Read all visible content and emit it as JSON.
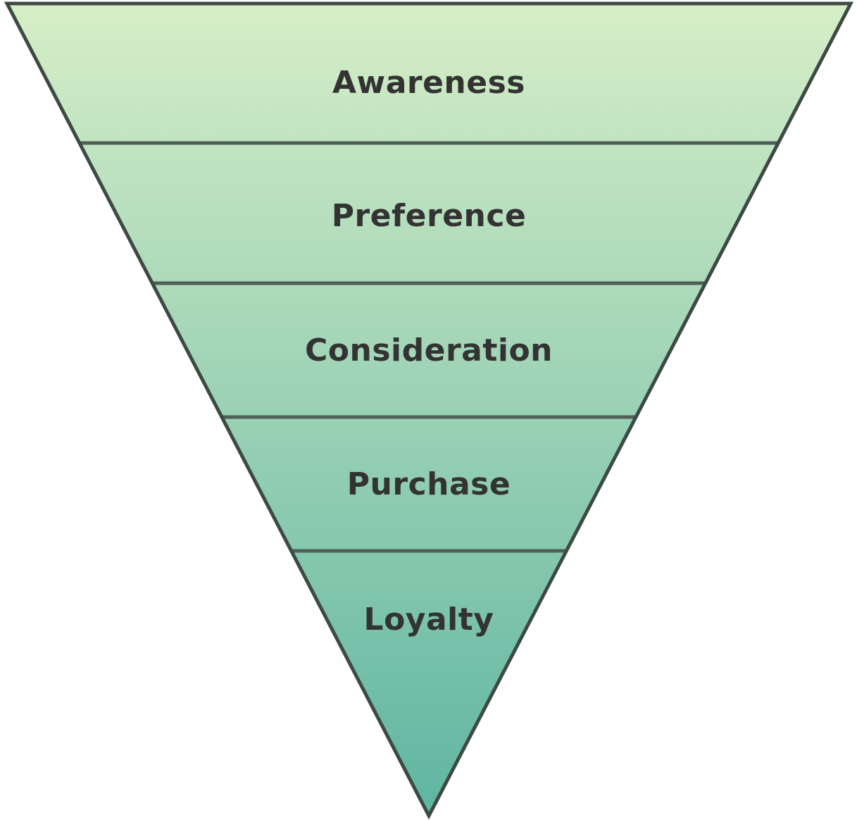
{
  "funnel": {
    "stages": [
      {
        "label": "Awareness"
      },
      {
        "label": "Preference"
      },
      {
        "label": "Consideration"
      },
      {
        "label": "Purchase"
      },
      {
        "label": "Loyalty"
      }
    ],
    "colors": {
      "fill_top": "#d6eec7",
      "fill_bottom": "#5fb5a2",
      "outline": "#3d4a44",
      "divider": "#4f5e57",
      "text": "#333333"
    }
  }
}
